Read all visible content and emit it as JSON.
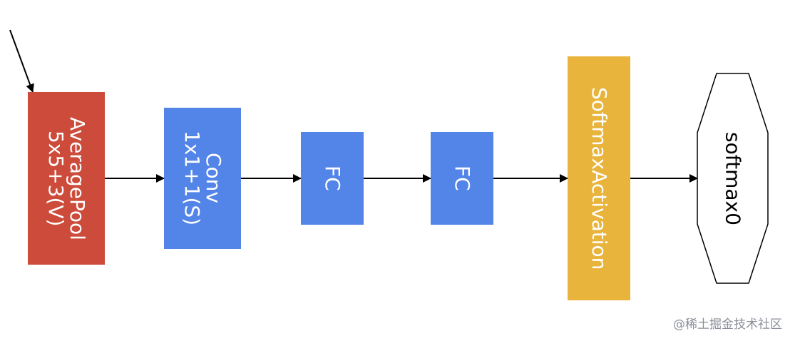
{
  "colors": {
    "averagepool": "#cc4b3b",
    "conv": "#5384e8",
    "fc": "#5384e8",
    "softmax_activation": "#e8b43c",
    "softmax_output": "#ffffff",
    "edge": "#000000"
  },
  "nodes": {
    "averagepool": {
      "label": "AveragePool\n5x5+3(V)"
    },
    "conv": {
      "label": "Conv\n1x1+1(S)"
    },
    "fc1": {
      "label": "FC"
    },
    "fc2": {
      "label": "FC"
    },
    "softmax_activation": {
      "label": "SoftmaxActivation"
    },
    "softmax_output": {
      "label": "softmax0"
    }
  },
  "edges": [
    {
      "from": "input",
      "to": "averagepool"
    },
    {
      "from": "averagepool",
      "to": "conv"
    },
    {
      "from": "conv",
      "to": "fc1"
    },
    {
      "from": "fc1",
      "to": "fc2"
    },
    {
      "from": "fc2",
      "to": "softmax_activation"
    },
    {
      "from": "softmax_activation",
      "to": "softmax_output"
    }
  ],
  "watermark": "@稀土掘金技术社区"
}
